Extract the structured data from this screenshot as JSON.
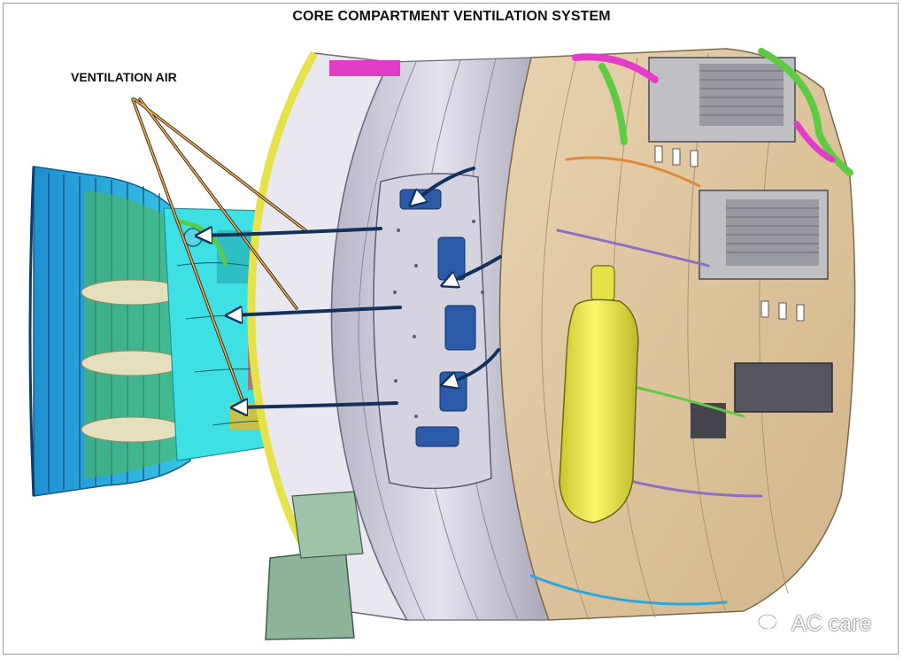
{
  "title": "CORE COMPARTMENT VENTILATION SYSTEM",
  "callout_label": "VENTILATION AIR",
  "watermark_text": "AC care",
  "colors": {
    "accessory_panel": "#dfc7a1",
    "fan_case_structure": "#d2d0dc",
    "core_blue": "#2ca8d8",
    "core_cyan": "#3fe0e6",
    "airflow_arrow": "#12325e",
    "callout_leader": "#e8a33a",
    "tank_yellow": "#f1ee52",
    "harness_green": "#5ecb45",
    "harness_magenta": "#e23cc8"
  },
  "icons": [
    "wechat-icon"
  ]
}
